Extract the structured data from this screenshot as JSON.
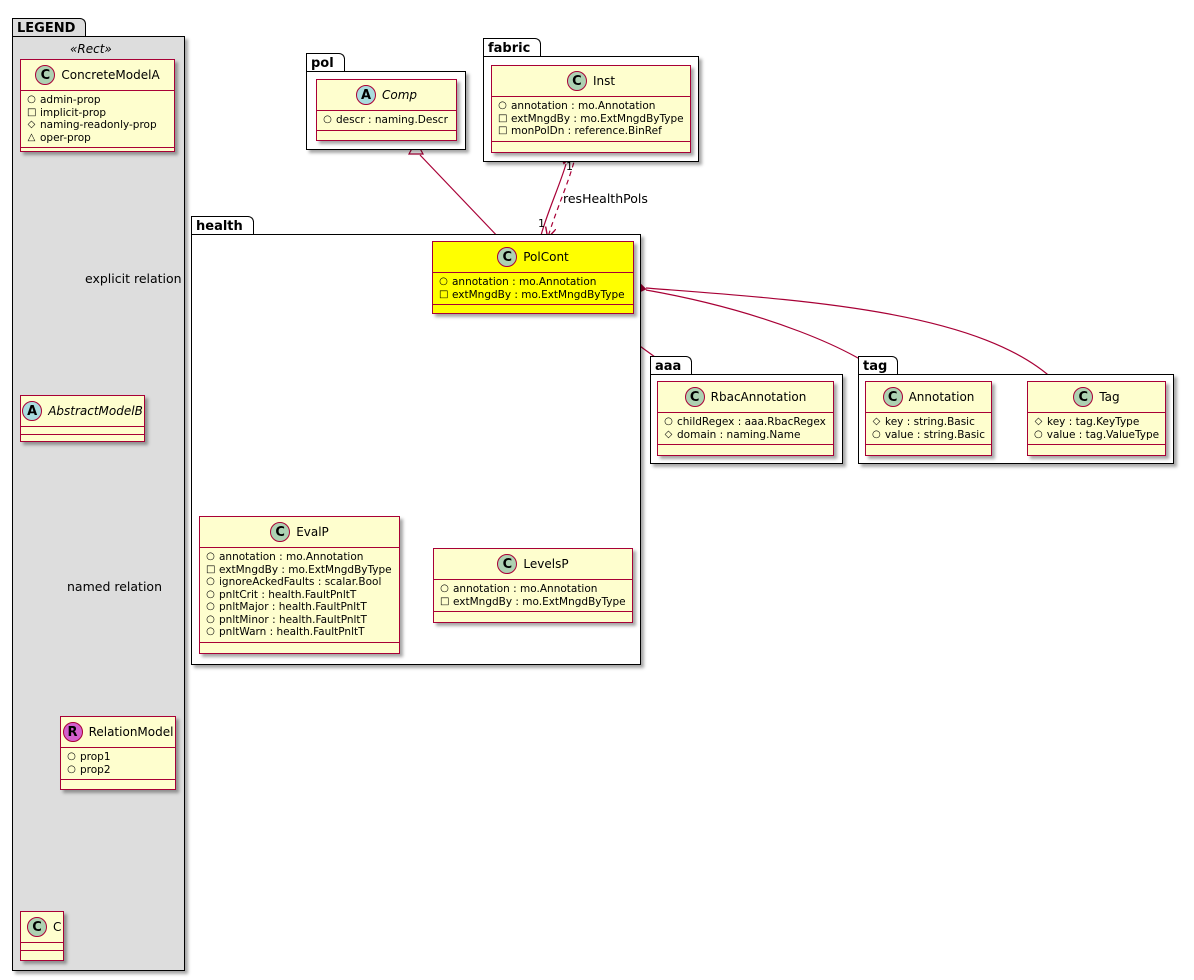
{
  "packages": {
    "legend": "LEGEND",
    "pol": "pol",
    "fabric": "fabric",
    "health": "health",
    "aaa": "aaa",
    "tag": "tag"
  },
  "legend": {
    "stereotype": "«Rect»",
    "concrete": {
      "name": "ConcreteModelA",
      "circle": "C",
      "attrs": [
        {
          "vis": "+",
          "text": "admin-prop"
        },
        {
          "vis": "-",
          "text": "implicit-prop"
        },
        {
          "vis": "#",
          "text": "naming-readonly-prop"
        },
        {
          "vis": "~",
          "text": "oper-prop"
        }
      ]
    },
    "abstract": {
      "name": "AbstractModelB",
      "circle": "A"
    },
    "relation": {
      "name": "RelationModel",
      "circle": "R",
      "attrs": [
        {
          "vis": "+",
          "text": "prop1"
        },
        {
          "vis": "+",
          "text": "prop2"
        }
      ]
    },
    "c": {
      "name": "C",
      "circle": "C"
    },
    "explicit_label": "explicit relation",
    "named_label": "named relation"
  },
  "classes": {
    "comp": {
      "name": "Comp",
      "circle": "A",
      "attrs": [
        {
          "vis": "+",
          "text": "descr : naming.Descr"
        }
      ]
    },
    "inst": {
      "name": "Inst",
      "circle": "C",
      "attrs": [
        {
          "vis": "+",
          "text": "annotation : mo.Annotation"
        },
        {
          "vis": "-",
          "text": "extMngdBy : mo.ExtMngdByType"
        },
        {
          "vis": "-",
          "text": "monPolDn : reference.BinRef"
        }
      ]
    },
    "polcont": {
      "name": "PolCont",
      "circle": "C",
      "attrs": [
        {
          "vis": "+",
          "text": "annotation : mo.Annotation"
        },
        {
          "vis": "-",
          "text": "extMngdBy : mo.ExtMngdByType"
        }
      ]
    },
    "evalp": {
      "name": "EvalP",
      "circle": "C",
      "attrs": [
        {
          "vis": "+",
          "text": "annotation : mo.Annotation"
        },
        {
          "vis": "-",
          "text": "extMngdBy : mo.ExtMngdByType"
        },
        {
          "vis": "+",
          "text": "ignoreAckedFaults : scalar.Bool"
        },
        {
          "vis": "+",
          "text": "pnltCrit : health.FaultPnltT"
        },
        {
          "vis": "+",
          "text": "pnltMajor : health.FaultPnltT"
        },
        {
          "vis": "+",
          "text": "pnltMinor : health.FaultPnltT"
        },
        {
          "vis": "+",
          "text": "pnltWarn : health.FaultPnltT"
        }
      ]
    },
    "levelsp": {
      "name": "LevelsP",
      "circle": "C",
      "attrs": [
        {
          "vis": "+",
          "text": "annotation : mo.Annotation"
        },
        {
          "vis": "-",
          "text": "extMngdBy : mo.ExtMngdByType"
        }
      ]
    },
    "rbac": {
      "name": "RbacAnnotation",
      "circle": "C",
      "attrs": [
        {
          "vis": "+",
          "text": "childRegex : aaa.RbacRegex"
        },
        {
          "vis": "#",
          "text": "domain : naming.Name"
        }
      ]
    },
    "annotation": {
      "name": "Annotation",
      "circle": "C",
      "attrs": [
        {
          "vis": "#",
          "text": "key : string.Basic"
        },
        {
          "vis": "+",
          "text": "value : string.Basic"
        }
      ]
    },
    "tagc": {
      "name": "Tag",
      "circle": "C",
      "attrs": [
        {
          "vis": "#",
          "text": "key : tag.KeyType"
        },
        {
          "vis": "+",
          "text": "value : tag.ValueType"
        }
      ]
    }
  },
  "relations": {
    "res_label": "resHealthPols",
    "mult_top": "1",
    "mult_bottom": "1"
  },
  "colors": {
    "class_bg": "#fefece",
    "class_border": "#a80036",
    "highlight": "#ffff00",
    "legend_bg": "#dddddd"
  }
}
